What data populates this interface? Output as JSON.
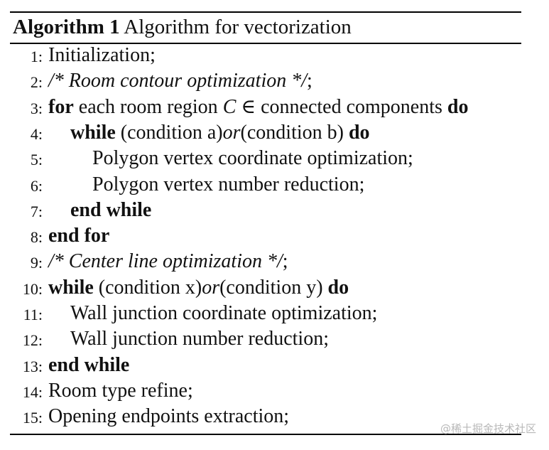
{
  "algorithm": {
    "label": "Algorithm 1",
    "title": "Algorithm for vectorization"
  },
  "lines": [
    {
      "num": "1:",
      "indent": 0,
      "parts": [
        {
          "t": "Initialization;",
          "s": "n"
        }
      ]
    },
    {
      "num": "2:",
      "indent": 0,
      "parts": [
        {
          "t": "/* Room contour optimization */",
          "s": "i"
        },
        {
          "t": ";",
          "s": "n"
        }
      ]
    },
    {
      "num": "3:",
      "indent": 0,
      "parts": [
        {
          "t": "for",
          "s": "b"
        },
        {
          "t": " each room region ",
          "s": "n"
        },
        {
          "t": "C",
          "s": "i"
        },
        {
          "t": " ∈ connected components ",
          "s": "n"
        },
        {
          "t": "do",
          "s": "b"
        }
      ]
    },
    {
      "num": "4:",
      "indent": 1,
      "parts": [
        {
          "t": "while",
          "s": "b"
        },
        {
          "t": " (condition a)",
          "s": "n"
        },
        {
          "t": "or",
          "s": "i"
        },
        {
          "t": "(condition b) ",
          "s": "n"
        },
        {
          "t": "do",
          "s": "b"
        }
      ]
    },
    {
      "num": "5:",
      "indent": 2,
      "parts": [
        {
          "t": "Polygon vertex coordinate optimization;",
          "s": "n"
        }
      ]
    },
    {
      "num": "6:",
      "indent": 2,
      "parts": [
        {
          "t": "Polygon vertex number reduction;",
          "s": "n"
        }
      ]
    },
    {
      "num": "7:",
      "indent": 1,
      "parts": [
        {
          "t": "end while",
          "s": "b"
        }
      ]
    },
    {
      "num": "8:",
      "indent": 0,
      "parts": [
        {
          "t": "end for",
          "s": "b"
        }
      ]
    },
    {
      "num": "9:",
      "indent": 0,
      "parts": [
        {
          "t": "/* Center line optimization */",
          "s": "i"
        },
        {
          "t": ";",
          "s": "n"
        }
      ]
    },
    {
      "num": "10:",
      "indent": 0,
      "parts": [
        {
          "t": "while",
          "s": "b"
        },
        {
          "t": " (condition x)",
          "s": "n"
        },
        {
          "t": "or",
          "s": "i"
        },
        {
          "t": "(condition y) ",
          "s": "n"
        },
        {
          "t": "do",
          "s": "b"
        }
      ]
    },
    {
      "num": "11:",
      "indent": 1,
      "parts": [
        {
          "t": "Wall junction coordinate optimization;",
          "s": "n"
        }
      ]
    },
    {
      "num": "12:",
      "indent": 1,
      "parts": [
        {
          "t": "Wall junction number reduction;",
          "s": "n"
        }
      ]
    },
    {
      "num": "13:",
      "indent": 0,
      "parts": [
        {
          "t": "end while",
          "s": "b"
        }
      ]
    },
    {
      "num": "14:",
      "indent": 0,
      "parts": [
        {
          "t": "Room type refine;",
          "s": "n"
        }
      ]
    },
    {
      "num": "15:",
      "indent": 0,
      "parts": [
        {
          "t": "Opening endpoints extraction;",
          "s": "n"
        }
      ]
    }
  ],
  "watermark": "@稀土掘金技术社区"
}
